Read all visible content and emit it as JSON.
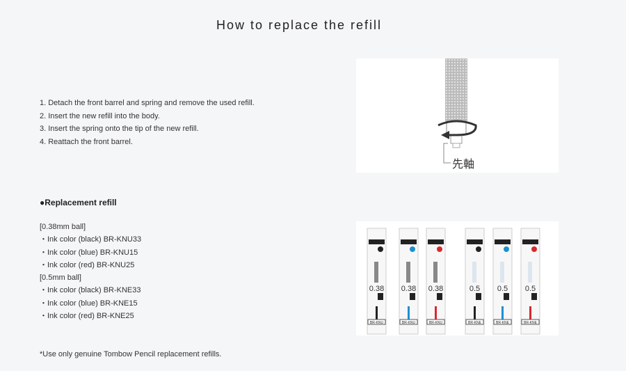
{
  "title": "How to replace the refill",
  "steps": [
    "1. Detach the front barrel and spring and remove the used refill.",
    "2. Insert the new refill into the body.",
    "3. Insert the spring onto the tip of the new refill.",
    "4. Reattach the front barrel."
  ],
  "diagram_label": "先軸",
  "replacement_heading": "●Replacement refill",
  "refill_lines": [
    "[0.38mm ball]",
    "・Ink color (black) BR-KNU33",
    "・Ink color (blue) BR-KNU15",
    "・Ink color (red) BR-KNU25",
    "[0.5mm ball]",
    "・Ink color (black) BR-KNE33",
    "・Ink color (blue) BR-KNE15",
    "・Ink color (red) BR-KNE25"
  ],
  "packages": [
    {
      "size": "0.38",
      "code": "BR-KNU",
      "color": "#222222"
    },
    {
      "size": "0.38",
      "code": "BR-KNU",
      "color": "#1e8fd0"
    },
    {
      "size": "0.38",
      "code": "BR-KNU",
      "color": "#d8282e"
    },
    {
      "size": "0.5",
      "code": "BR-KNE",
      "color": "#222222"
    },
    {
      "size": "0.5",
      "code": "BR-KNE",
      "color": "#1e8fd0"
    },
    {
      "size": "0.5",
      "code": "BR-KNE",
      "color": "#d8282e"
    }
  ],
  "note": "*Use only genuine Tombow Pencil replacement refills."
}
